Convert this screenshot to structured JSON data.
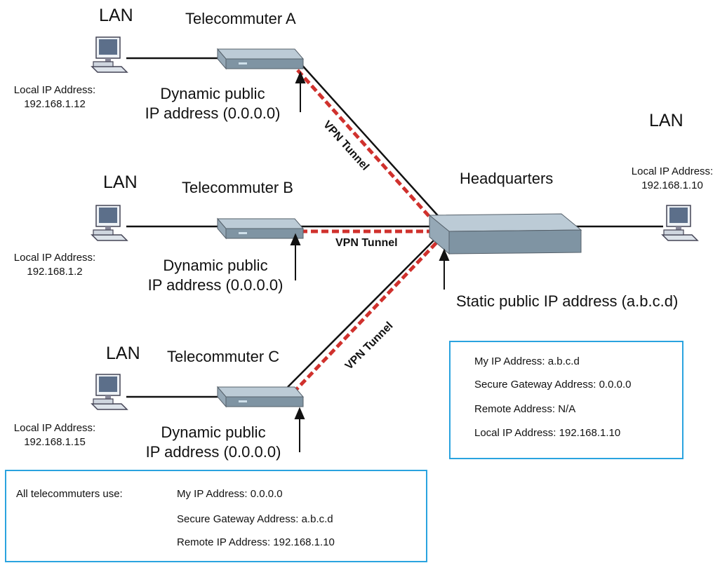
{
  "lan_label": "LAN",
  "headquarters": {
    "name": "Headquarters",
    "local_ip_label": "Local IP Address:",
    "local_ip": "192.168.1.10",
    "static_ip_text": "Static public IP address (a.b.c.d)"
  },
  "telecommuters": [
    {
      "name": "Telecommuter A",
      "local_ip_label": "Local IP Address:",
      "local_ip": "192.168.1.12",
      "dynamic_line1": "Dynamic public",
      "dynamic_line2": "IP address (0.0.0.0)"
    },
    {
      "name": "Telecommuter B",
      "local_ip_label": "Local IP Address:",
      "local_ip": "192.168.1.2",
      "dynamic_line1": "Dynamic public",
      "dynamic_line2": "IP address (0.0.0.0)"
    },
    {
      "name": "Telecommuter C",
      "local_ip_label": "Local IP Address:",
      "local_ip": "192.168.1.15",
      "dynamic_line1": "Dynamic public",
      "dynamic_line2": "IP address (0.0.0.0)"
    }
  ],
  "vpn_tunnel_label": "VPN Tunnel",
  "hq_box": {
    "my_ip": "My IP Address: a.b.c.d",
    "secure_gateway": "Secure Gateway Address: 0.0.0.0",
    "remote": "Remote Address: N/A",
    "local_ip": "Local IP Address: 192.168.1.10"
  },
  "telecommuter_box": {
    "heading": "All telecommuters use:",
    "my_ip": "My IP Address: 0.0.0.0",
    "secure_gateway": "Secure Gateway Address: a.b.c.d",
    "remote_ip": "Remote IP Address: 192.168.1.10"
  },
  "colors": {
    "tunnel": "#d0312d",
    "box_border": "#2aa3df",
    "device": "#7f94a3"
  }
}
